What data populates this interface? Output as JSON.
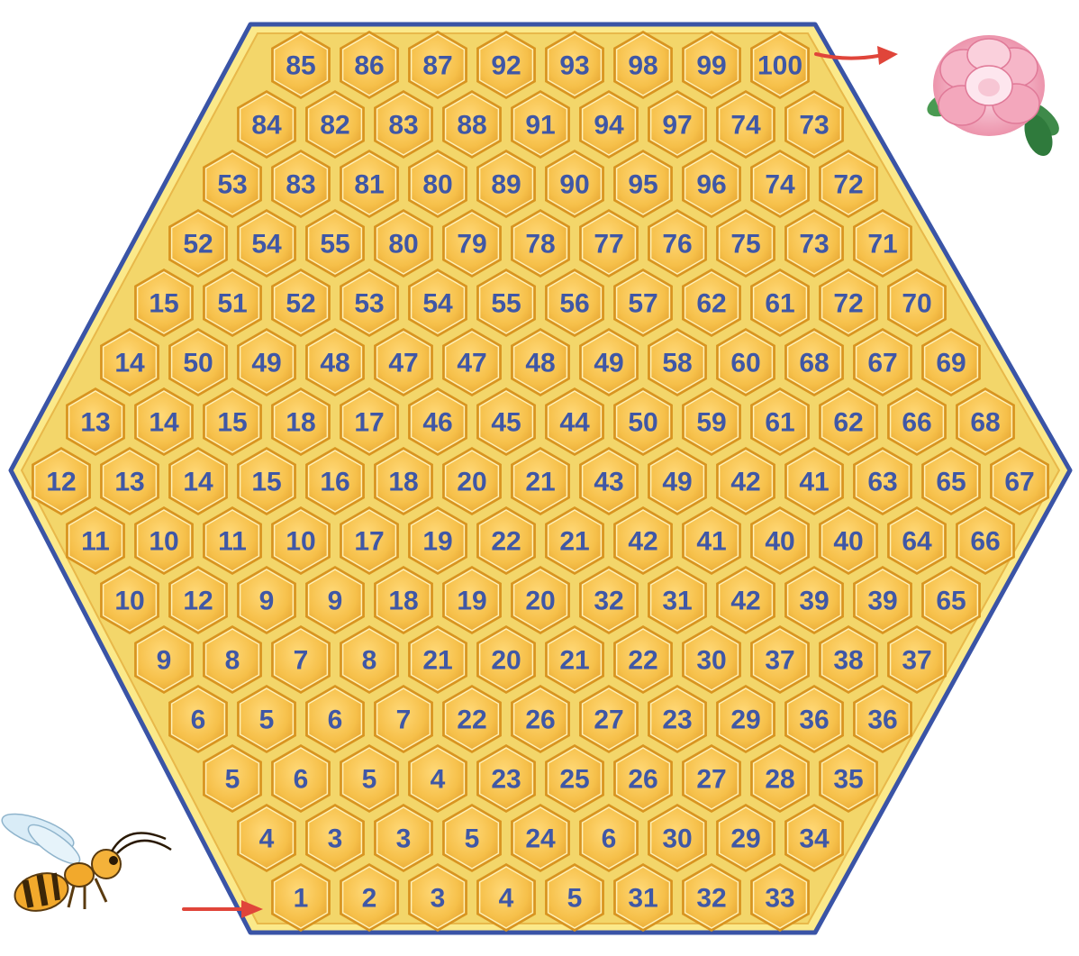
{
  "puzzle": {
    "rows": [
      [
        "85",
        "86",
        "87",
        "92",
        "93",
        "98",
        "99",
        "100"
      ],
      [
        "84",
        "82",
        "83",
        "88",
        "91",
        "94",
        "97",
        "74",
        "73"
      ],
      [
        "53",
        "83",
        "81",
        "80",
        "89",
        "90",
        "95",
        "96",
        "74",
        "72"
      ],
      [
        "52",
        "54",
        "55",
        "80",
        "79",
        "78",
        "77",
        "76",
        "75",
        "73",
        "71"
      ],
      [
        "15",
        "51",
        "52",
        "53",
        "54",
        "55",
        "56",
        "57",
        "62",
        "61",
        "72",
        "70"
      ],
      [
        "14",
        "50",
        "49",
        "48",
        "47",
        "47",
        "48",
        "49",
        "58",
        "60",
        "68",
        "67",
        "69"
      ],
      [
        "13",
        "14",
        "15",
        "18",
        "17",
        "46",
        "45",
        "44",
        "50",
        "59",
        "61",
        "62",
        "66",
        "68"
      ],
      [
        "12",
        "13",
        "14",
        "15",
        "16",
        "18",
        "20",
        "21",
        "43",
        "49",
        "42",
        "41",
        "63",
        "65",
        "67"
      ],
      [
        "11",
        "10",
        "11",
        "10",
        "17",
        "19",
        "22",
        "21",
        "42",
        "41",
        "40",
        "40",
        "64",
        "66"
      ],
      [
        "10",
        "12",
        "9",
        "9",
        "18",
        "19",
        "20",
        "32",
        "31",
        "42",
        "39",
        "39",
        "65"
      ],
      [
        "9",
        "8",
        "7",
        "8",
        "21",
        "20",
        "21",
        "22",
        "30",
        "37",
        "38",
        "37"
      ],
      [
        "6",
        "5",
        "6",
        "7",
        "22",
        "26",
        "27",
        "23",
        "29",
        "36",
        "36"
      ],
      [
        "5",
        "6",
        "5",
        "4",
        "23",
        "25",
        "26",
        "27",
        "28",
        "35"
      ],
      [
        "4",
        "3",
        "3",
        "5",
        "24",
        "6",
        "30",
        "29",
        "34"
      ],
      [
        "1",
        "2",
        "3",
        "4",
        "5",
        "31",
        "32",
        "33"
      ]
    ],
    "start_cell": "1",
    "goal_cell": "100"
  },
  "colors": {
    "cell_fill": "#f6c04a",
    "cell_stroke": "#d89420",
    "number_color": "#3f57a6",
    "board_border": "#3a54a6",
    "board_rim": "#fbe98a",
    "arrow": "#e0453a"
  },
  "icons": {
    "bee": "bee-illustration",
    "flower": "peony-flower",
    "arrows": "arrow-right"
  }
}
